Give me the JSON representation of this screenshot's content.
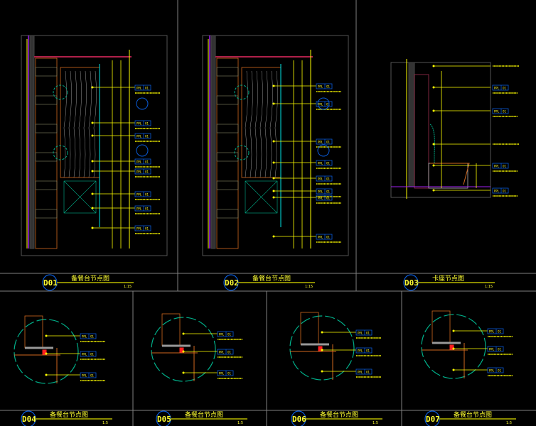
{
  "colors": {
    "background": "#000000",
    "frame": "#808080",
    "yellow": "#ffff00",
    "cyan": "#00e5e5",
    "blue": "#0a5bd8",
    "orange": "#d2691e",
    "magenta": "#a020f0",
    "red": "#ff2020",
    "teal": "#00b08a"
  },
  "details": [
    {
      "code": "D01",
      "title": "备餐台节点图",
      "scale": "1:15"
    },
    {
      "code": "D02",
      "title": "备餐台节点图",
      "scale": "1:15"
    },
    {
      "code": "D03",
      "title": "卡座节点图",
      "scale": "1:15"
    },
    {
      "code": "D04",
      "title": "备餐台节点图",
      "scale": "1:5"
    },
    {
      "code": "D05",
      "title": "备餐台节点图",
      "scale": "1:5"
    },
    {
      "code": "D06",
      "title": "备餐台节点图",
      "scale": "1:5"
    },
    {
      "code": "D07",
      "title": "备餐台节点图",
      "scale": "1:5"
    }
  ],
  "callout_tag": {
    "prefix": "PPL",
    "number": "01"
  }
}
